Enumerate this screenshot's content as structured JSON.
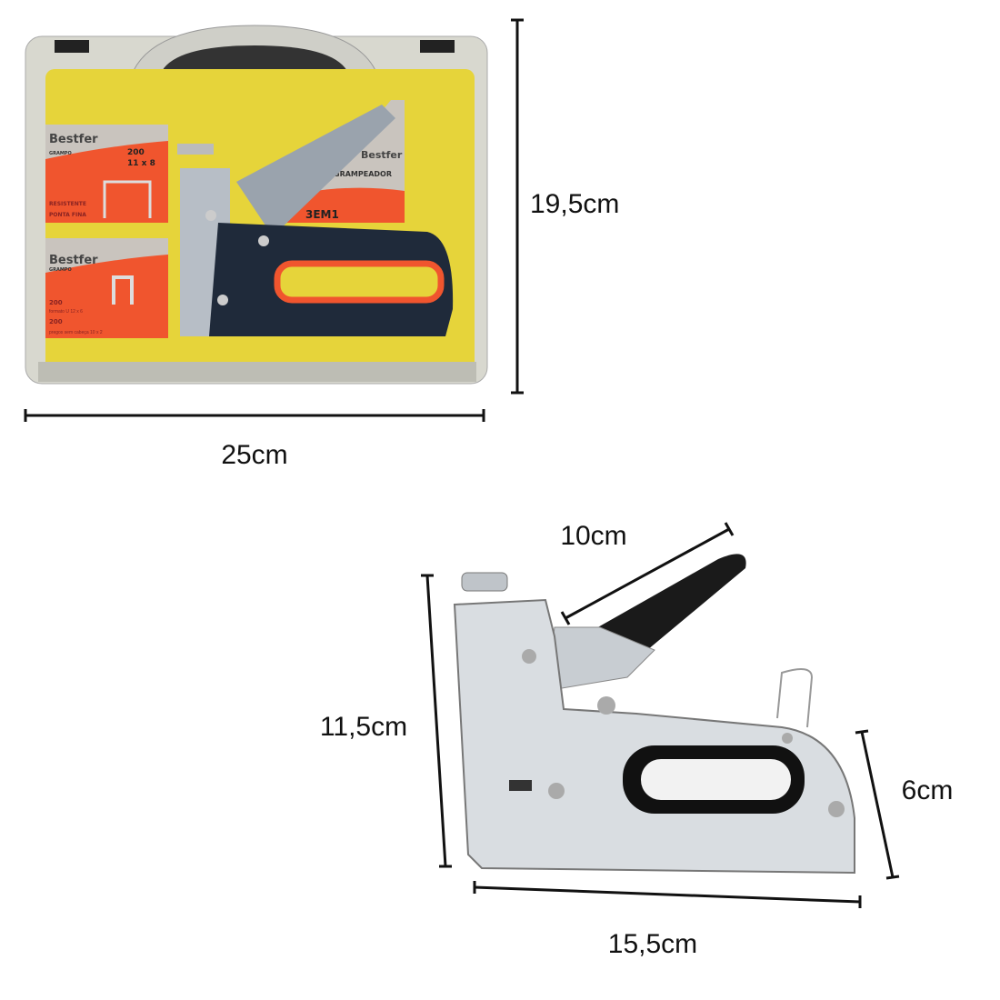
{
  "case_kit": {
    "height_label": "19,5cm",
    "width_label": "25cm",
    "box1": {
      "brand": "Bestfer",
      "type": "GRAMPO",
      "qty": "200",
      "size": "11 x 8",
      "line1": "RESISTENTE",
      "line2": "PONTA FINA"
    },
    "box2": {
      "brand": "Bestfer",
      "type": "GRAMPO",
      "qty1": "200",
      "spec1": "formato U 12 x 6",
      "qty2": "200",
      "spec2": "pregos sem cabeça 10 x 2"
    },
    "stapler_card": {
      "brand": "Bestfer",
      "title": "GRAMPEADOR",
      "badge": "3EM1"
    }
  },
  "stapler": {
    "handle_label": "10cm",
    "height_label": "11,5cm",
    "rear_height_label": "6cm",
    "length_label": "15,5cm"
  },
  "colors": {
    "case_yellow": "#e6d43a",
    "box_orange": "#f0552e",
    "dimension_line": "#111111"
  }
}
